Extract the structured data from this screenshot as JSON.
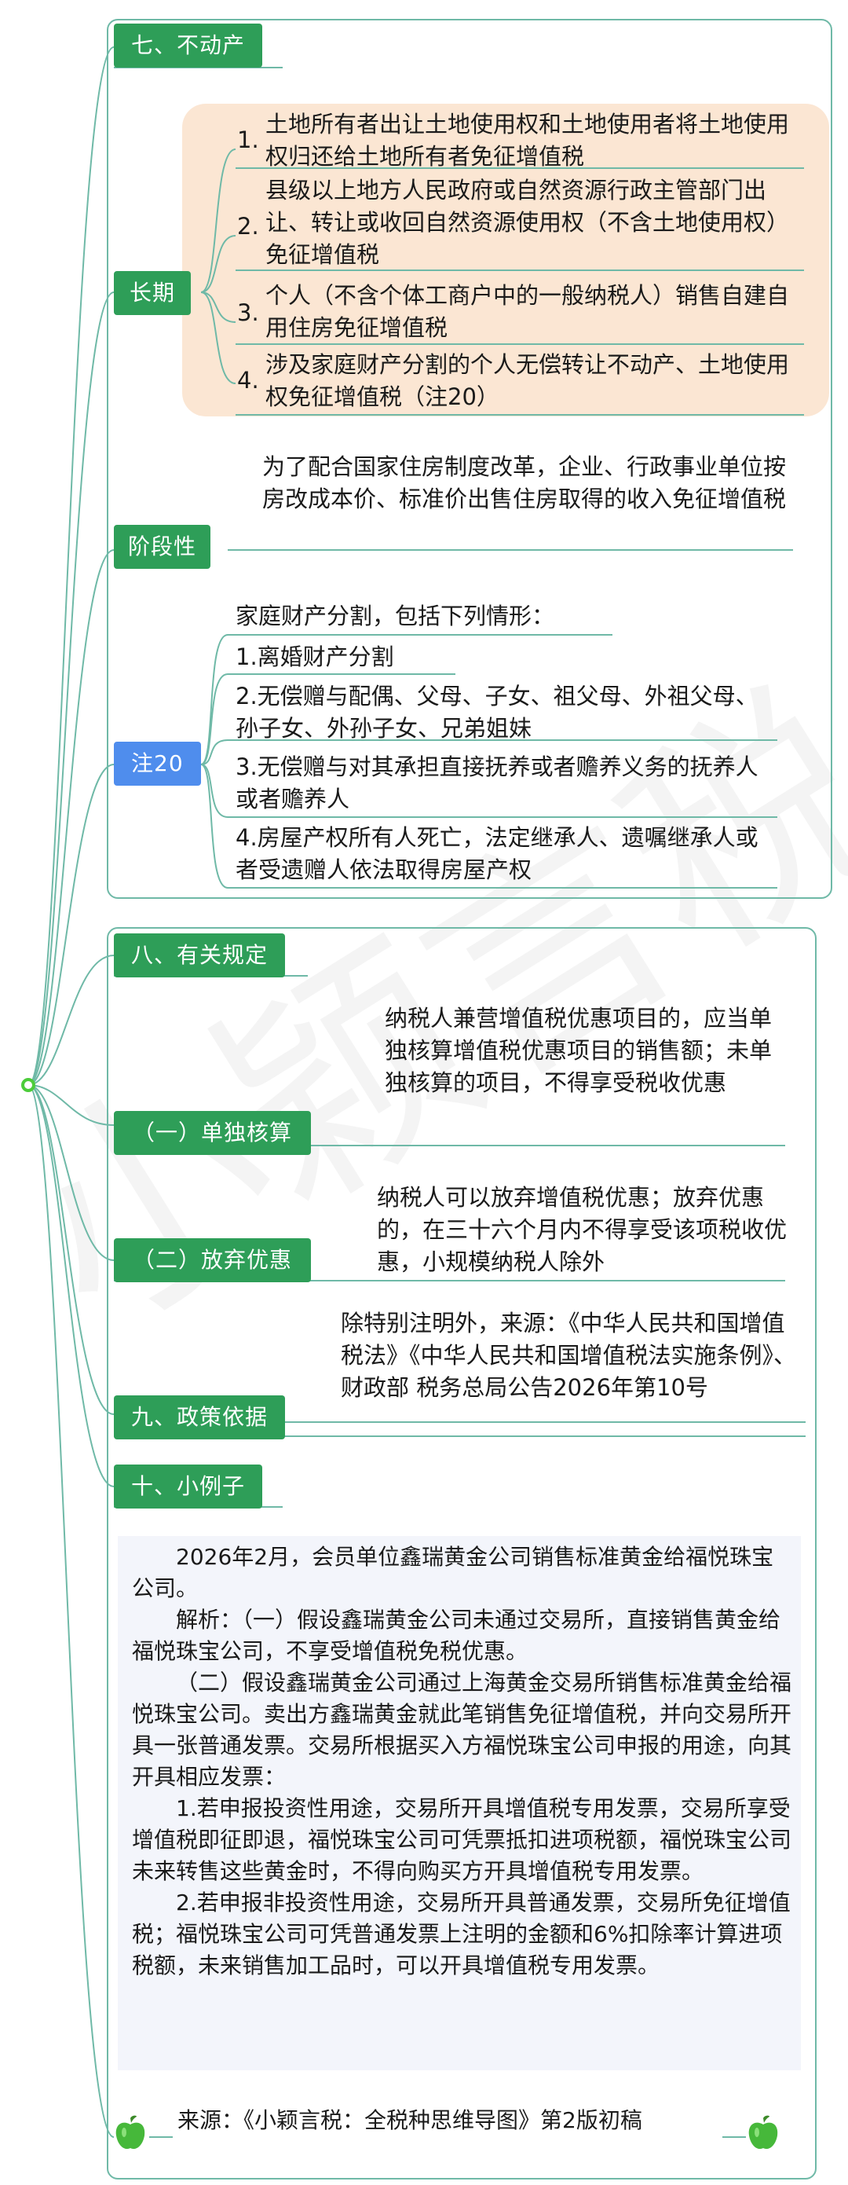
{
  "watermark": "小颖言税",
  "s7": {
    "title": "七、不动产",
    "long_label": "长期",
    "long_items": [
      {
        "num": "1.",
        "text": "土地所有者出让土地使用权和土地使用者将土地使用权归还给土地所有者免征增值税"
      },
      {
        "num": "2.",
        "text": "县级以上地方人民政府或自然资源行政主管部门出让、转让或收回自然资源使用权（不含土地使用权）免征增值税"
      },
      {
        "num": "3.",
        "text": "个人（不含个体工商户中的一般纳税人）销售自建自用住房免征增值税"
      },
      {
        "num": "4.",
        "text": "涉及家庭财产分割的个人无偿转让不动产、土地使用权免征增值税（注20）"
      }
    ],
    "stage_label": "阶段性",
    "stage_text": "为了配合国家住房制度改革，企业、行政事业单位按房改成本价、标准价出售住房取得的收入免征增值税",
    "note_label": "注20",
    "note_intro": "家庭财产分割，包括下列情形：",
    "note_items": [
      "1.离婚财产分割",
      "2.无偿赠与配偶、父母、子女、祖父母、外祖父母、孙子女、外孙子女、兄弟姐妹",
      "3.无偿赠与对其承担直接抚养或者赡养义务的抚养人或者赡养人",
      "4.房屋产权所有人死亡，法定继承人、遗嘱继承人或者受遗赠人依法取得房屋产权"
    ]
  },
  "s8": {
    "title": "八、有关规定",
    "sub1_label": "（一）单独核算",
    "sub1_text": "纳税人兼营增值税优惠项目的，应当单独核算增值税优惠项目的销售额；未单独核算的项目，不得享受税收优惠",
    "sub2_label": "（二）放弃优惠",
    "sub2_text": "纳税人可以放弃增值税优惠；放弃优惠的，在三十六个月内不得享受该项税收优惠，小规模纳税人除外"
  },
  "s9": {
    "title": "九、政策依据",
    "text": "除特别注明外，来源：《中华人民共和国增值税法》《中华人民共和国增值税法实施条例》、财政部 税务总局公告2026年第10号"
  },
  "s10": {
    "title": "十、小例子",
    "paragraphs": [
      "2026年2月，会员单位鑫瑞黄金公司销售标准黄金给福悦珠宝公司。",
      "解析：（一）假设鑫瑞黄金公司未通过交易所，直接销售黄金给福悦珠宝公司，不享受增值税免税优惠。",
      "（二）假设鑫瑞黄金公司通过上海黄金交易所销售标准黄金给福悦珠宝公司。卖出方鑫瑞黄金就此笔销售免征增值税，并向交易所开具一张普通发票。交易所根据买入方福悦珠宝公司申报的用途，向其开具相应发票：",
      "1.若申报投资性用途，交易所开具增值税专用发票，交易所享受增值税即征即退，福悦珠宝公司可凭票抵扣进项税额，福悦珠宝公司未来转售这些黄金时，不得向购买方开具增值税专用发票。",
      "2.若申报非投资性用途，交易所开具普通发票，交易所免征增值税；福悦珠宝公司可凭普通发票上注明的金额和6%扣除率计算进项税额，未来销售加工品时，可以开具增值税专用发票。"
    ]
  },
  "footer": {
    "text": "来源：《小颖言税：全税种思维导图》第2版初稿"
  },
  "colors": {
    "green_tag": "#2e9e58",
    "blue_tag": "#4f8ded",
    "line": "#6fb9a7",
    "peach": "#fbe6d3",
    "example_bg": "#f3f5fb"
  }
}
